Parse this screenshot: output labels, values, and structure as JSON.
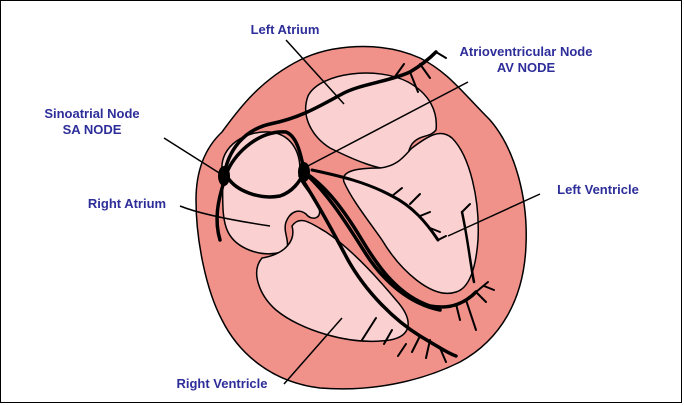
{
  "labels": {
    "left_atrium": "Left Atrium",
    "av_node_line1": "Atrioventricular Node",
    "av_node_line2": "AV NODE",
    "sa_node_line1": "Sinoatrial Node",
    "sa_node_line2": "SA NODE",
    "right_atrium": "Right Atrium",
    "left_ventricle": "Left Ventricle",
    "right_ventricle": "Right Ventricle"
  },
  "colors": {
    "outer_wall": "#f0918a",
    "chamber": "#fbd0d0",
    "outline": "#000000",
    "label_text": "#2e2e9a",
    "background": "#ffffff"
  }
}
